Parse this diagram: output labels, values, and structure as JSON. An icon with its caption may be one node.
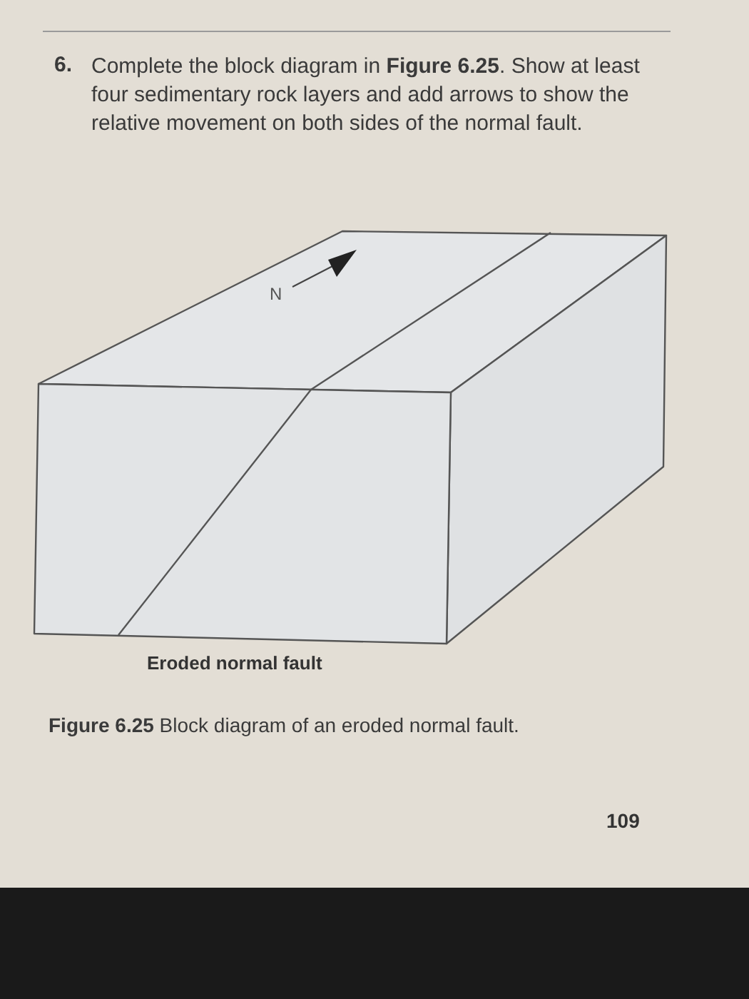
{
  "diagram": {
    "caption": "**Figure 6.25** Block diagram of an eroded normal fault.",
    "labels": [
      "6.",
      "Complete the block diagram in **Figure 6.25**. Show at least four sedimentary rock layers and add arrows to show the relative movement on both sides of the normal fault.",
      "N",
      "Eroded normal fault",
      "109"
    ]
  }
}
